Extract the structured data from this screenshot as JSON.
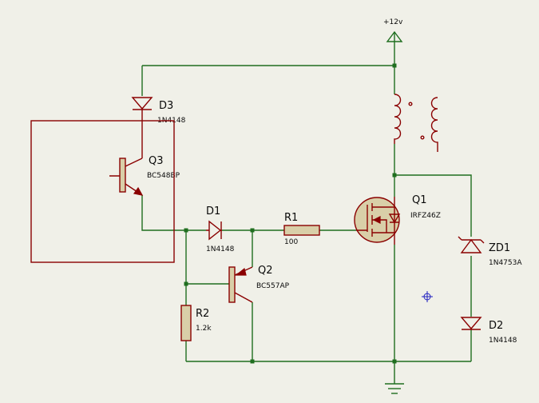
{
  "power": {
    "supply_label": "+12v"
  },
  "components": {
    "D3": {
      "ref": "D3",
      "value": "1N4148"
    },
    "Q3": {
      "ref": "Q3",
      "value": "BC548BP"
    },
    "D1": {
      "ref": "D1",
      "value": "1N4148"
    },
    "R1": {
      "ref": "R1",
      "value": "100"
    },
    "Q1": {
      "ref": "Q1",
      "value": "IRFZ46Z"
    },
    "Q2": {
      "ref": "Q2",
      "value": "BC557AP"
    },
    "R2": {
      "ref": "R2",
      "value": "1.2k"
    },
    "ZD1": {
      "ref": "ZD1",
      "value": "1N4753A"
    },
    "D2": {
      "ref": "D2",
      "value": "1N4148"
    }
  },
  "colors": {
    "background": "#f0f0e8",
    "wire": "#1f6e1f",
    "component": "#8a0000",
    "component_body": "#d9cfa8",
    "crosshair": "#2020c0"
  }
}
